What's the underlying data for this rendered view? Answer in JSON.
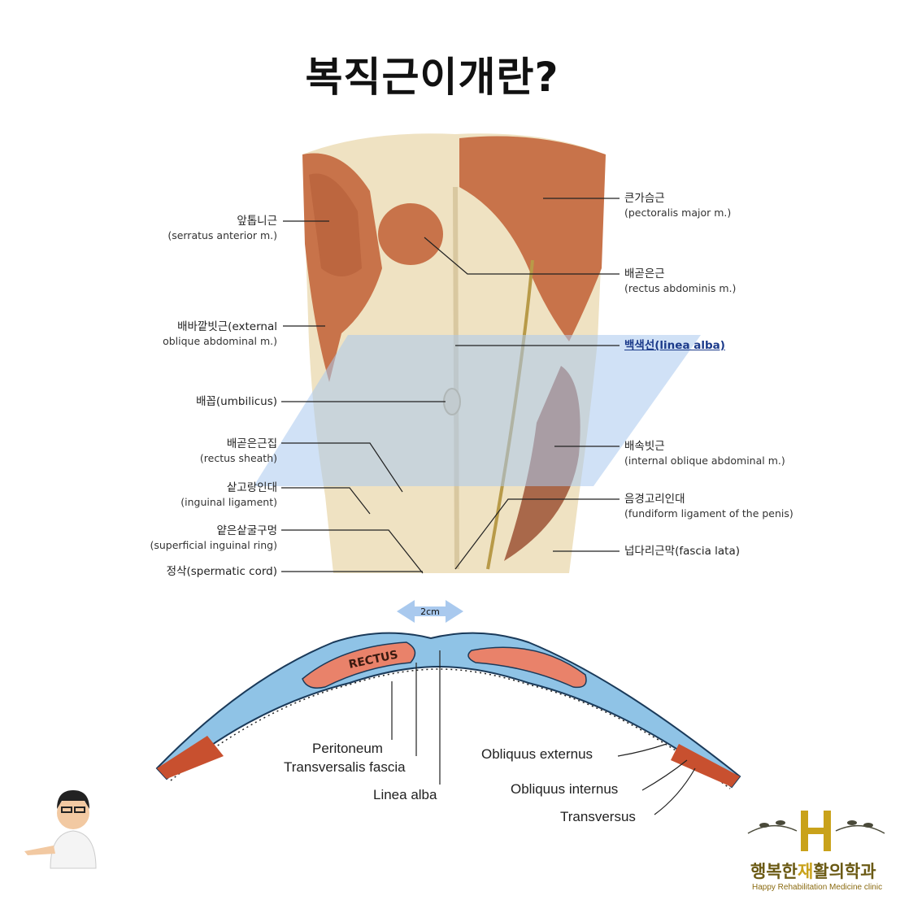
{
  "title": "복직근이개란?",
  "anatomy_labels": {
    "left": [
      {
        "ko": "앞톱니근",
        "en": "(serratus anterior m.)"
      },
      {
        "ko": "배바깥빗근(external",
        "en": "oblique abdominal m.)"
      },
      {
        "ko": "배꼽(umbilicus)",
        "en": ""
      },
      {
        "ko": "배곧은근집",
        "en": "(rectus sheath)"
      },
      {
        "ko": "샅고랑인대",
        "en": "(inguinal ligament)"
      },
      {
        "ko": "얕은샅굴구멍",
        "en": "(superficial inguinal ring)"
      },
      {
        "ko": "정삭(spermatic cord)",
        "en": ""
      }
    ],
    "right": [
      {
        "ko": "큰가슴근",
        "en": "(pectoralis major m.)"
      },
      {
        "ko": "배곧은근",
        "en": "(rectus abdominis m.)"
      },
      {
        "ko": "백색선(linea alba)",
        "en": ""
      },
      {
        "ko": "배속빗근",
        "en": "(internal oblique abdominal m.)"
      },
      {
        "ko": "음경고리인대",
        "en": "(fundiform ligament of the penis)"
      },
      {
        "ko": "넙다리근막(fascia lata)",
        "en": ""
      }
    ]
  },
  "cross_section": {
    "gap_label": "2cm",
    "rectus_label": "RECTUS",
    "labels": {
      "peritoneum": "Peritoneum",
      "transversalis": "Transversalis fascia",
      "linea_alba": "Linea alba",
      "obliquus_externus": "Obliquus externus",
      "obliquus_internus": "Obliquus internus",
      "transversus": "Transversus"
    }
  },
  "logo": {
    "letter": "H",
    "name_pre": "행복한",
    "name_accent": "재",
    "name_post": "활의학과",
    "sub": "Happy Rehabilitation Medicine clinic"
  },
  "colors": {
    "muscle": "#c8734a",
    "fascia": "#efe2c2",
    "highlight": "#a9c9ee",
    "sheath_blue": "#8fc3e6",
    "brand_gold": "#c9a21a"
  }
}
